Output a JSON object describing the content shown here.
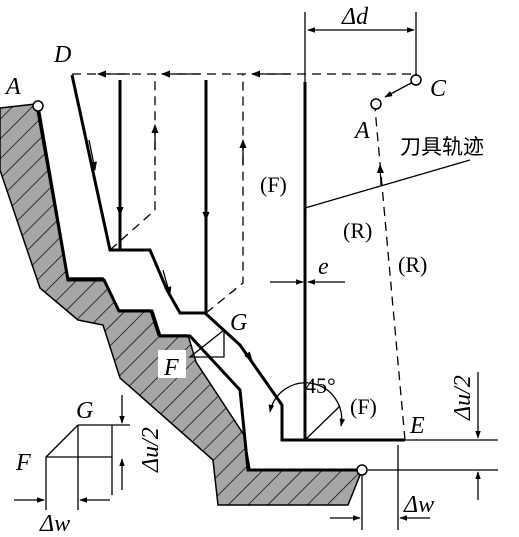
{
  "points": {
    "A_left": "A",
    "A_right": "A",
    "C": "C",
    "D": "D",
    "E": "E",
    "F_main": "F",
    "G_main": "G",
    "F_inset": "F",
    "G_inset": "G"
  },
  "dimensions": {
    "delta_d": "Δd",
    "e": "e",
    "delta_u_half": "Δu/2",
    "delta_w": "Δw",
    "inset_delta_u_half": "Δu/2",
    "inset_delta_w": "Δw",
    "angle": "45°"
  },
  "labels": {
    "tool_path": "刀具轨迹",
    "F_upper": "(F)",
    "R_upper": "(R)",
    "R_right": "(R)",
    "F_lower": "(F)"
  },
  "colors": {
    "hatch_fill": "#a6a6a6",
    "line": "#000000"
  }
}
